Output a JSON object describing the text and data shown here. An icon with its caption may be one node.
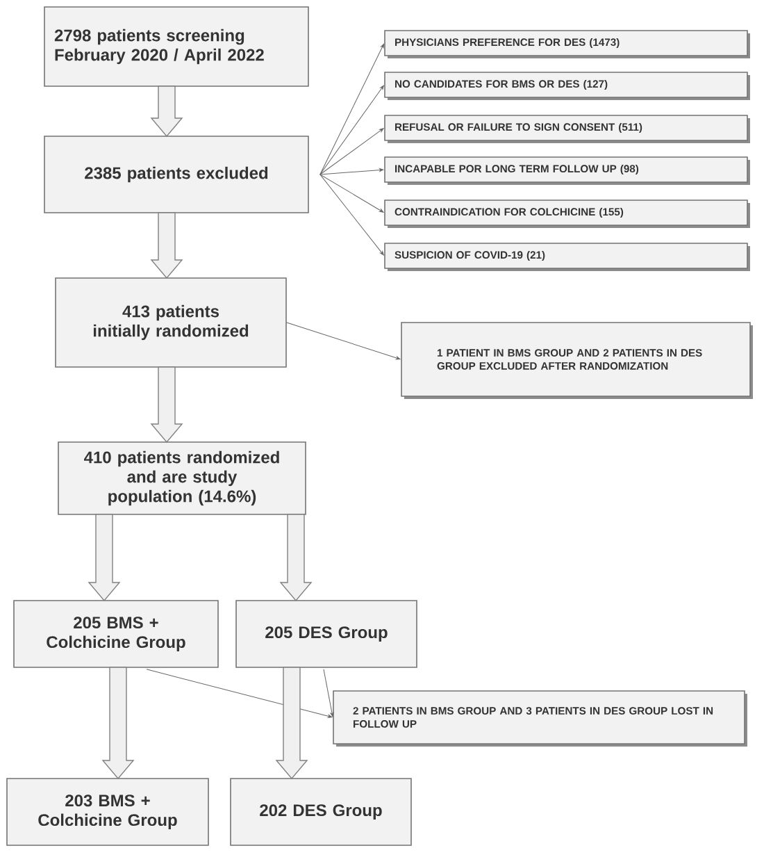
{
  "diagram": {
    "nodes": [
      {
        "text": [
          "2798 patients screening February 2020 / April 2022"
        ]
      },
      {
        "text": [
          "2385 patients excluded"
        ]
      },
      {
        "text": [
          "PHYSICIANS PREFERENCE FOR DES (1473)"
        ]
      },
      {
        "text": [
          "NO CANDIDATES FOR BMS OR DES (127)"
        ]
      },
      {
        "text": [
          "REFUSAL OR FAILURE TO SIGN CONSENT (511)"
        ]
      },
      {
        "text": [
          "INCAPABLE POR LONG TERM FOLLOW UP (98)"
        ]
      },
      {
        "text": [
          "CONTRAINDICATION FOR COLCHICINE (155)"
        ]
      },
      {
        "text": [
          "SUSPICION OF COVID-19 (21)"
        ]
      },
      {
        "text": [
          "413 patients initially randomized"
        ]
      },
      {
        "text": [
          "1 PATIENT IN BMS GROUP AND 2 PATIENTS IN DES GROUP EXCLUDED AFTER RANDOMIZATION"
        ]
      },
      {
        "text": [
          "410 patients randomized and are study population (14.6%)"
        ]
      },
      {
        "text": [
          "205 BMS + Colchicine Group"
        ]
      },
      {
        "text": [
          "205 DES Group"
        ]
      },
      {
        "text": [
          "2 PATIENTS IN BMS GROUP AND 3 PATIENTS IN DES GROUP LOST IN FOLLOW UP"
        ]
      },
      {
        "text": [
          "203 BMS + Colchicine Group"
        ]
      },
      {
        "text": [
          "202 DES Group"
        ]
      }
    ],
    "edges": [
      {
        "from": 0,
        "to": 1,
        "arrow": "to",
        "style": "thick"
      },
      {
        "from": 1,
        "to": 2,
        "arrow": "to"
      },
      {
        "from": 1,
        "to": 3,
        "arrow": "to"
      },
      {
        "from": 1,
        "to": 4,
        "arrow": "to"
      },
      {
        "from": 1,
        "to": 5,
        "arrow": "to"
      },
      {
        "from": 1,
        "to": 6,
        "arrow": "to"
      },
      {
        "from": 1,
        "to": 7,
        "arrow": "to"
      },
      {
        "from": 1,
        "to": 8,
        "arrow": "to",
        "style": "thick"
      },
      {
        "from": 8,
        "to": 9,
        "arrow": "to"
      },
      {
        "from": 8,
        "to": 10,
        "arrow": "to",
        "style": "thick"
      },
      {
        "from": 10,
        "to": 11,
        "arrow": "to",
        "style": "thick"
      },
      {
        "from": 10,
        "to": 12,
        "arrow": "to",
        "style": "thick"
      },
      {
        "from": 11,
        "to": 13,
        "arrow": "to"
      },
      {
        "from": 12,
        "to": 13,
        "arrow": "to"
      },
      {
        "from": 11,
        "to": 14,
        "arrow": "to",
        "style": "thick"
      },
      {
        "from": 12,
        "to": 15,
        "arrow": "to",
        "style": "thick"
      }
    ]
  }
}
